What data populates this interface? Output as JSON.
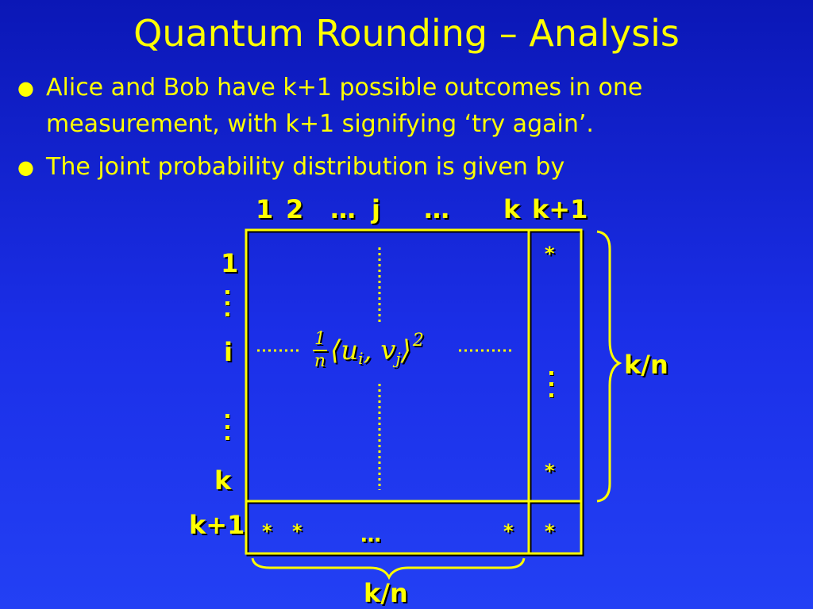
{
  "title": "Quantum Rounding – Analysis",
  "bullets": [
    "Alice and Bob have k+1 possible outcomes in one measurement, with k+1 signifying ‘try again’.",
    "The joint probability distribution is given by"
  ],
  "matrix": {
    "col_labels": [
      "1",
      "2",
      "…",
      "j",
      "…",
      "k",
      "k+1"
    ],
    "row_labels": [
      "1",
      "i",
      "k",
      "k+1"
    ],
    "entry": {
      "frac_num": "1",
      "frac_den": "n",
      "bracket_open": "⟨",
      "u": "u",
      "u_sub": "i",
      "comma": ", ",
      "v": "v",
      "v_sub": "j",
      "bracket_close": "⟩",
      "power": "2"
    },
    "star": "*",
    "bottom_dots": "…",
    "right_brace_label": "k/n",
    "bottom_brace_label": "k/n"
  },
  "colors": {
    "text": "#ffff00",
    "background_top": "#0b17b6",
    "background_bottom": "#2340f4"
  }
}
